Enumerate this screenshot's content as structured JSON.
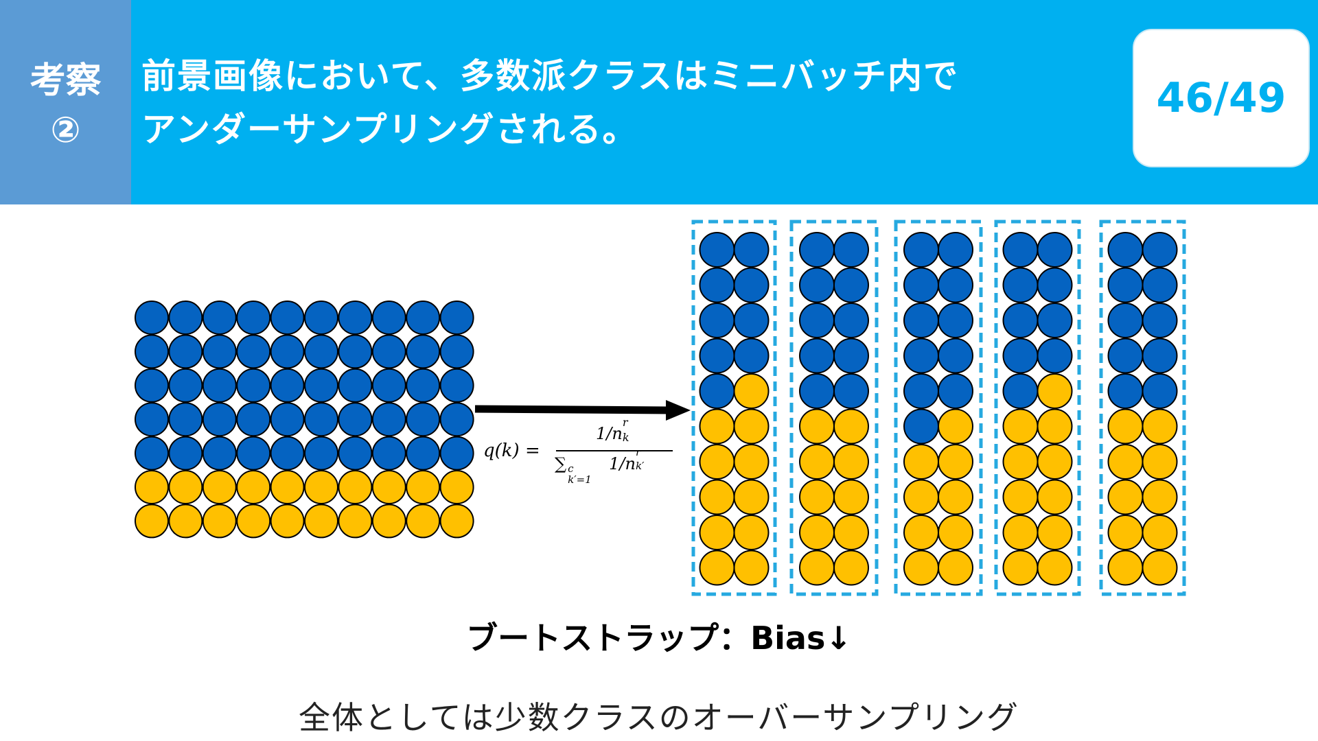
{
  "header": {
    "tag_line1": "考察",
    "tag_line2": "②",
    "title_line1": "前景画像において、多数派クラスはミニバッチ内で",
    "title_line2": "アンダーサンプリングされる。",
    "page_number": "46/49"
  },
  "diagram": {
    "colors": {
      "majority": "#0563c1",
      "minority": "#ffc000",
      "batch_border": "#26a9e0",
      "arrow": "#000000"
    },
    "population": {
      "columns": 10,
      "majority_rows": 5,
      "minority_rows": 2
    },
    "minibatches": [
      {
        "majority_count": 9,
        "minority_count": 11
      },
      {
        "majority_count": 10,
        "minority_count": 10
      },
      {
        "majority_count": 11,
        "minority_count": 9
      },
      {
        "majority_count": 9,
        "minority_count": 11
      },
      {
        "majority_count": 10,
        "minority_count": 10
      }
    ],
    "formula": {
      "left": "q(k) =",
      "numerator": "1/n",
      "numerator_sup": "r",
      "numerator_sub": "k",
      "denominator": "∑",
      "denominator_sup": "c",
      "denominator_sub": "k′=1",
      "denominator_tail": "1/n",
      "denominator_tail_sup": "r",
      "denominator_tail_sub": "k′"
    }
  },
  "bootstrap_label": "ブートストラップ：Bias↓",
  "overall_label": "全体としては少数クラスのオーバーサンプリング"
}
